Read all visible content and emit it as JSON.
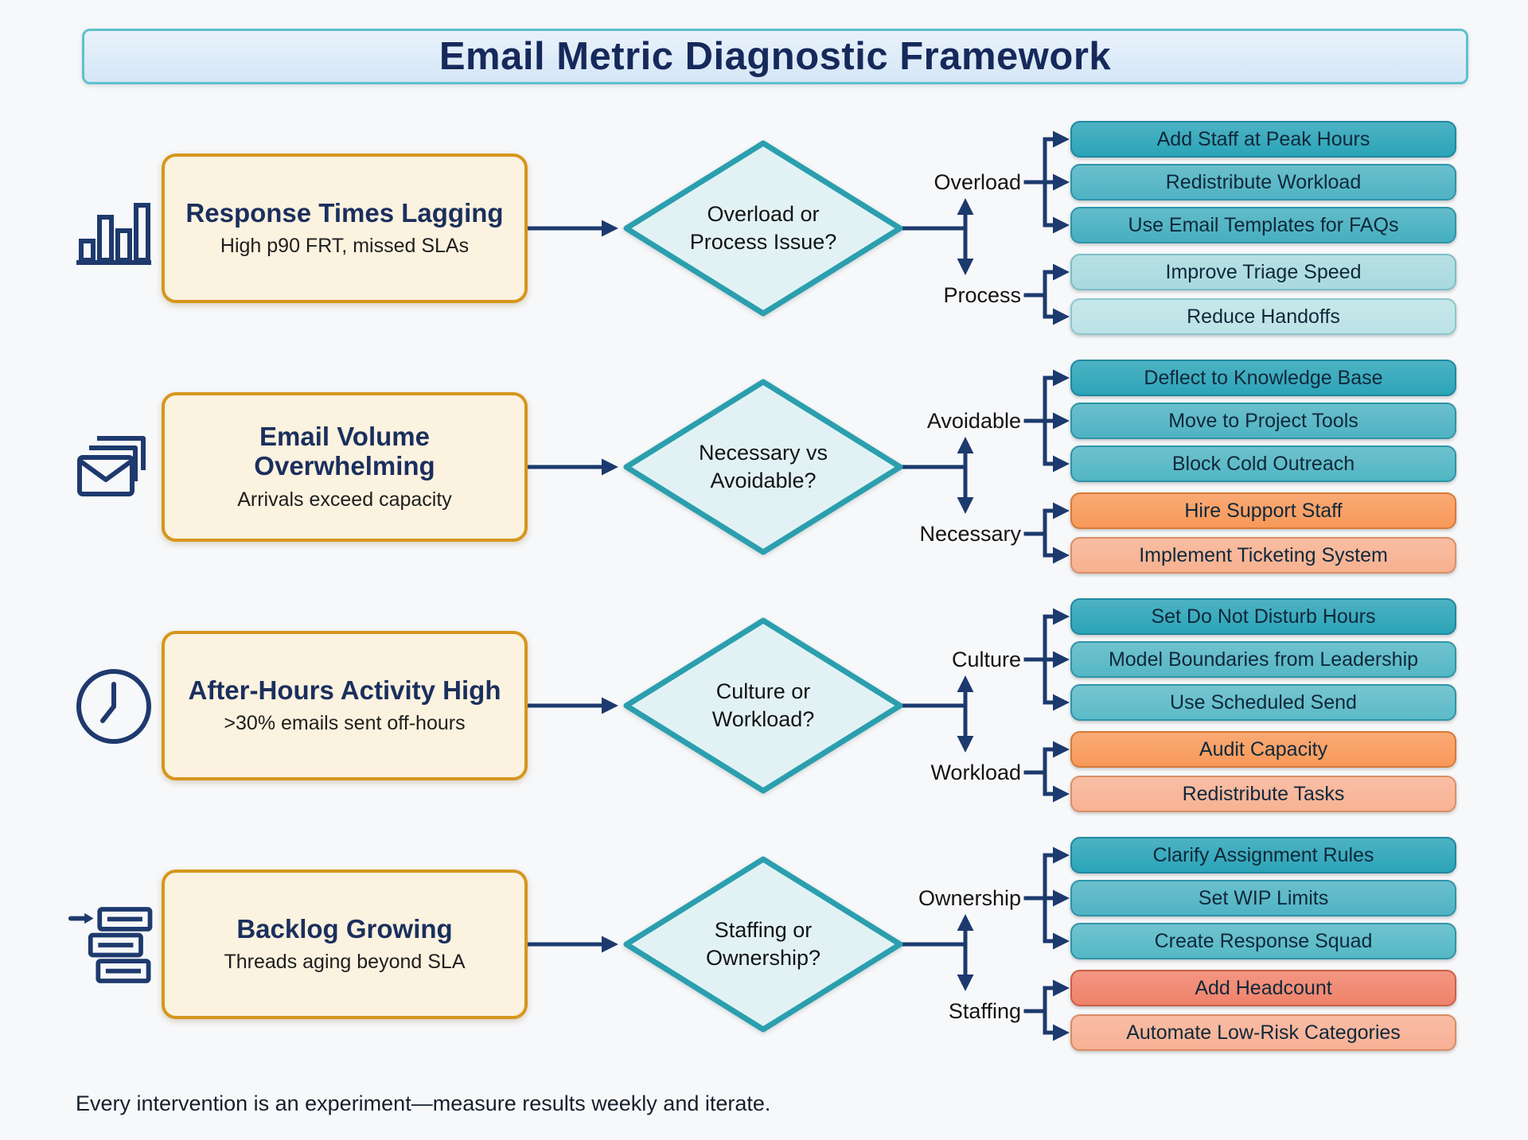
{
  "title": "Email Metric Diagnostic Framework",
  "footer": "Every intervention is an experiment—measure results weekly and iterate.",
  "colors": {
    "background": "#F7F8FA",
    "title_bar_fill": "#D9E8F8",
    "title_bar_border": "#5FC0CD",
    "navy_text": "#16295B",
    "connector": "#1C3A6E",
    "problem_fill": "#FBF2DF",
    "problem_border": "#D6961D",
    "diamond_fill": "#E2F2F4",
    "diamond_border": "#2B9FAE",
    "teal_dark": "#2BA4B8",
    "teal_medium": "#4FB3C3",
    "teal_light": "#A9DADF",
    "orange": "#F8995A",
    "salmon": "#F7B190",
    "coral": "#F0826A"
  },
  "rows": [
    {
      "icon": "bar-chart-icon",
      "problem": {
        "title": "Response Times Lagging",
        "subtitle": "High p90 FRT, missed SLAs"
      },
      "question": {
        "line1": "Overload or",
        "line2": "Process Issue?"
      },
      "branch_top": {
        "label": "Overload",
        "actions": [
          {
            "label": "Add Staff at Peak Hours",
            "style": "background-color:#2BA4B8;border-color:#1E89A0"
          },
          {
            "label": "Redistribute Workload",
            "style": "background-color:#4FB3C3;border-color:#2E95A9"
          },
          {
            "label": "Use Email Templates for FAQs",
            "style": "background-color:#45AFC0;border-color:#2E95A9"
          }
        ]
      },
      "branch_bottom": {
        "label": "Process",
        "actions": [
          {
            "label": "Improve Triage Speed",
            "style": "background-color:#A9DADF;border-color:#7DBEC6"
          },
          {
            "label": "Reduce Handoffs",
            "style": "background-color:#BCE3E6;border-color:#8CC7CE"
          }
        ]
      }
    },
    {
      "icon": "stacked-envelopes-icon",
      "problem": {
        "title": "Email Volume Overwhelming",
        "subtitle": "Arrivals exceed capacity"
      },
      "question": {
        "line1": "Necessary vs",
        "line2": "Avoidable?"
      },
      "branch_top": {
        "label": "Avoidable",
        "actions": [
          {
            "label": "Deflect to Knowledge Base",
            "style": "background-color:#2BA4B8;border-color:#1E89A0"
          },
          {
            "label": "Move to Project Tools",
            "style": "background-color:#4FB3C3;border-color:#2E95A9"
          },
          {
            "label": "Block Cold Outreach",
            "style": "background-color:#52B6C4;border-color:#2E95A9"
          }
        ]
      },
      "branch_bottom": {
        "label": "Necessary",
        "actions": [
          {
            "label": "Hire Support Staff",
            "style": "background-color:#F8995A;border-color:#D77A36"
          },
          {
            "label": "Implement Ticketing System",
            "style": "background-color:#F7B190;border-color:#DA8F66"
          }
        ]
      }
    },
    {
      "icon": "clock-icon",
      "problem": {
        "title": "After-Hours Activity High",
        "subtitle": ">30% emails sent off-hours"
      },
      "question": {
        "line1": "Culture or",
        "line2": "Workload?"
      },
      "branch_top": {
        "label": "Culture",
        "actions": [
          {
            "label": "Set Do Not Disturb Hours",
            "style": "background-color:#2BA4B8;border-color:#1E89A0"
          },
          {
            "label": "Model Boundaries from Leadership",
            "style": "background-color:#55B7C5;border-color:#2E95A9"
          },
          {
            "label": "Use Scheduled Send",
            "style": "background-color:#5CBAC7;border-color:#2E95A9"
          }
        ]
      },
      "branch_bottom": {
        "label": "Workload",
        "actions": [
          {
            "label": "Audit Capacity",
            "style": "background-color:#F8995A;border-color:#D77A36"
          },
          {
            "label": "Redistribute Tasks",
            "style": "background-color:#F8B294;border-color:#DA8F66"
          }
        ]
      }
    },
    {
      "icon": "backlog-queue-icon",
      "problem": {
        "title": "Backlog Growing",
        "subtitle": "Threads aging beyond SLA"
      },
      "question": {
        "line1": "Staffing or",
        "line2": "Ownership?"
      },
      "branch_top": {
        "label": "Ownership",
        "actions": [
          {
            "label": "Clarify Assignment Rules",
            "style": "background-color:#2BA4B8;border-color:#1E89A0"
          },
          {
            "label": "Set WIP Limits",
            "style": "background-color:#4FB3C3;border-color:#2E95A9"
          },
          {
            "label": "Create Response Squad",
            "style": "background-color:#55B8C6;border-color:#2E95A9"
          }
        ]
      },
      "branch_bottom": {
        "label": "Staffing",
        "actions": [
          {
            "label": "Add Headcount",
            "style": "background-color:#F0826A;border-color:#CC5F44"
          },
          {
            "label": "Automate Low-Risk Categories",
            "style": "background-color:#F8B094;border-color:#DA8C64"
          }
        ]
      }
    }
  ]
}
